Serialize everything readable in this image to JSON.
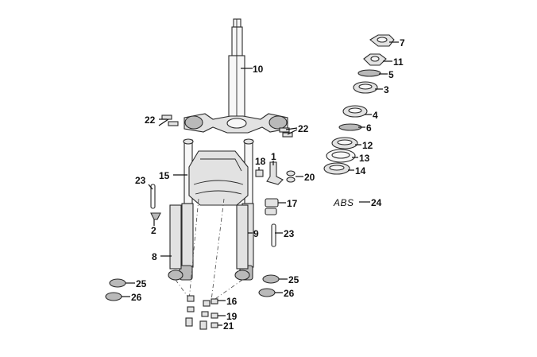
{
  "callouts": {
    "c1": "1",
    "c2": "2",
    "c3": "3",
    "c4": "4",
    "c5": "5",
    "c6": "6",
    "c7": "7",
    "c8": "8",
    "c9": "9",
    "c10": "10",
    "c11": "11",
    "c12": "12",
    "c13": "13",
    "c14": "14",
    "c15": "15",
    "c16": "16",
    "c17": "17",
    "c18": "18",
    "c19": "19",
    "c20": "20",
    "c21": "21",
    "c22": "22",
    "c23": "23",
    "c24": "24",
    "c25": "25",
    "c26": "26"
  },
  "abs_label": "ABS"
}
